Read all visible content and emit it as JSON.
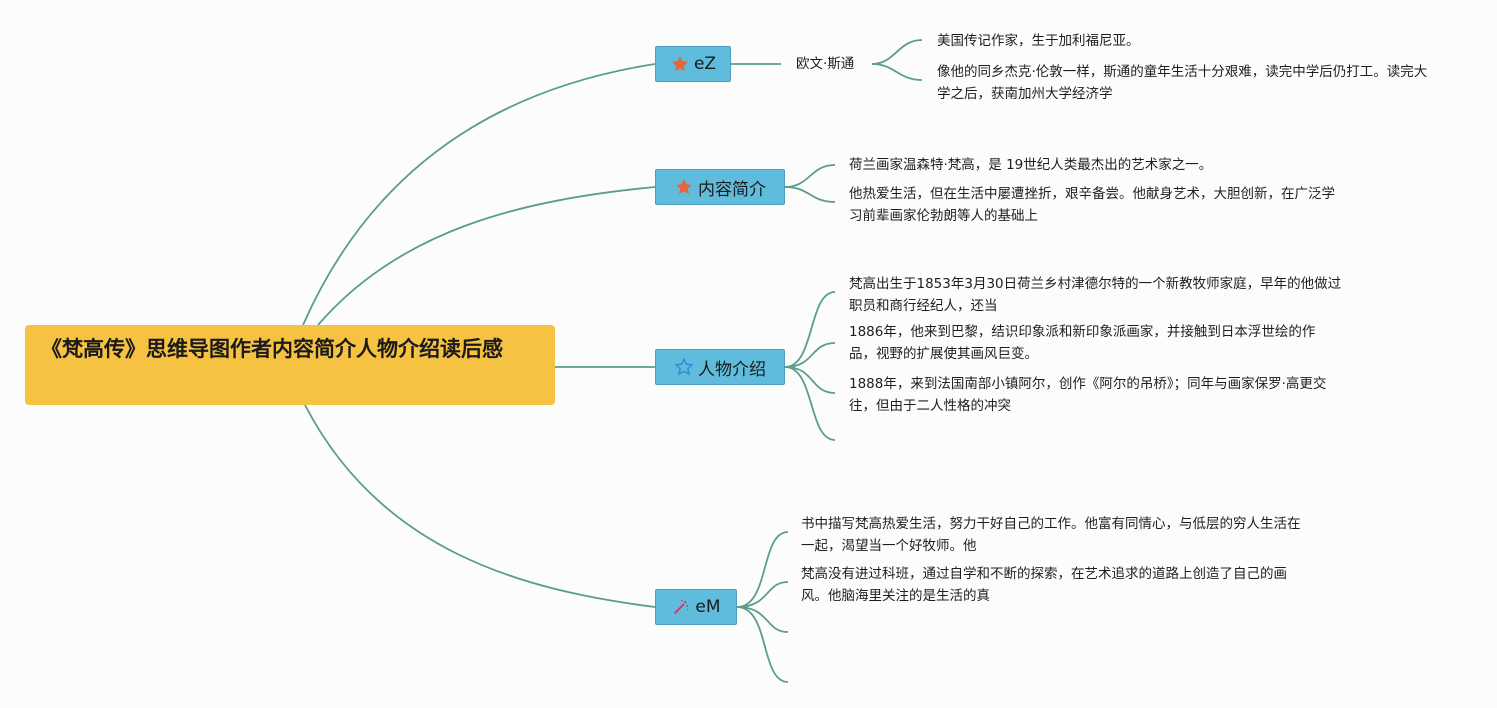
{
  "root": {
    "title": "《梵高传》思维导图作者内容简介人物介绍读后感"
  },
  "branches": [
    {
      "label": "eZ",
      "icon": "star-filled-icon",
      "sublabel": "欧文·斯通",
      "leaves": [
        "美国传记作家，生于加利福尼亚。",
        "像他的同乡杰克·伦敦一样，斯通的童年生活十分艰难，读完中学后仍打工。读完大学之后，获南加州大学经济学"
      ]
    },
    {
      "label": "内容简介",
      "icon": "star-filled-icon",
      "leaves": [
        "荷兰画家温森特·梵高，是 19世纪人类最杰出的艺术家之一。",
        "他热爱生活，但在生活中屡遭挫折，艰辛备尝。他献身艺术，大胆创新，在广泛学习前辈画家伦勃朗等人的基础上"
      ]
    },
    {
      "label": "人物介绍",
      "icon": "star-outline-icon",
      "leaves": [
        "梵高出生于1853年3月30日荷兰乡村津德尔特的一个新教牧师家庭，早年的他做过职员和商行经纪人，还当",
        "1886年，他来到巴黎，结识印象派和新印象派画家，并接触到日本浮世绘的作品，视野的扩展使其画风巨变。",
        "1888年，来到法国南部小镇阿尔，创作《阿尔的吊桥》；同年与画家保罗·高更交往，但由于二人性格的冲突"
      ]
    },
    {
      "label": "eM",
      "icon": "magic-wand-icon",
      "leaves": [
        "书中描写梵高热爱生活，努力干好自己的工作。他富有同情心，与低层的穷人生活在一起，渴望当一个好牧师。他",
        "梵高没有进过科班，通过自学和不断的探索，在艺术追求的道路上创造了自己的画风。他脑海里关注的是生活的真"
      ]
    }
  ],
  "colors": {
    "root_bg": "#f5c242",
    "branch_bg": "#5fbcdc",
    "line": "#5a9e8a",
    "star_filled": "#e8643c",
    "star_outline": "#2c8fd6",
    "wand": "#d6336c"
  }
}
